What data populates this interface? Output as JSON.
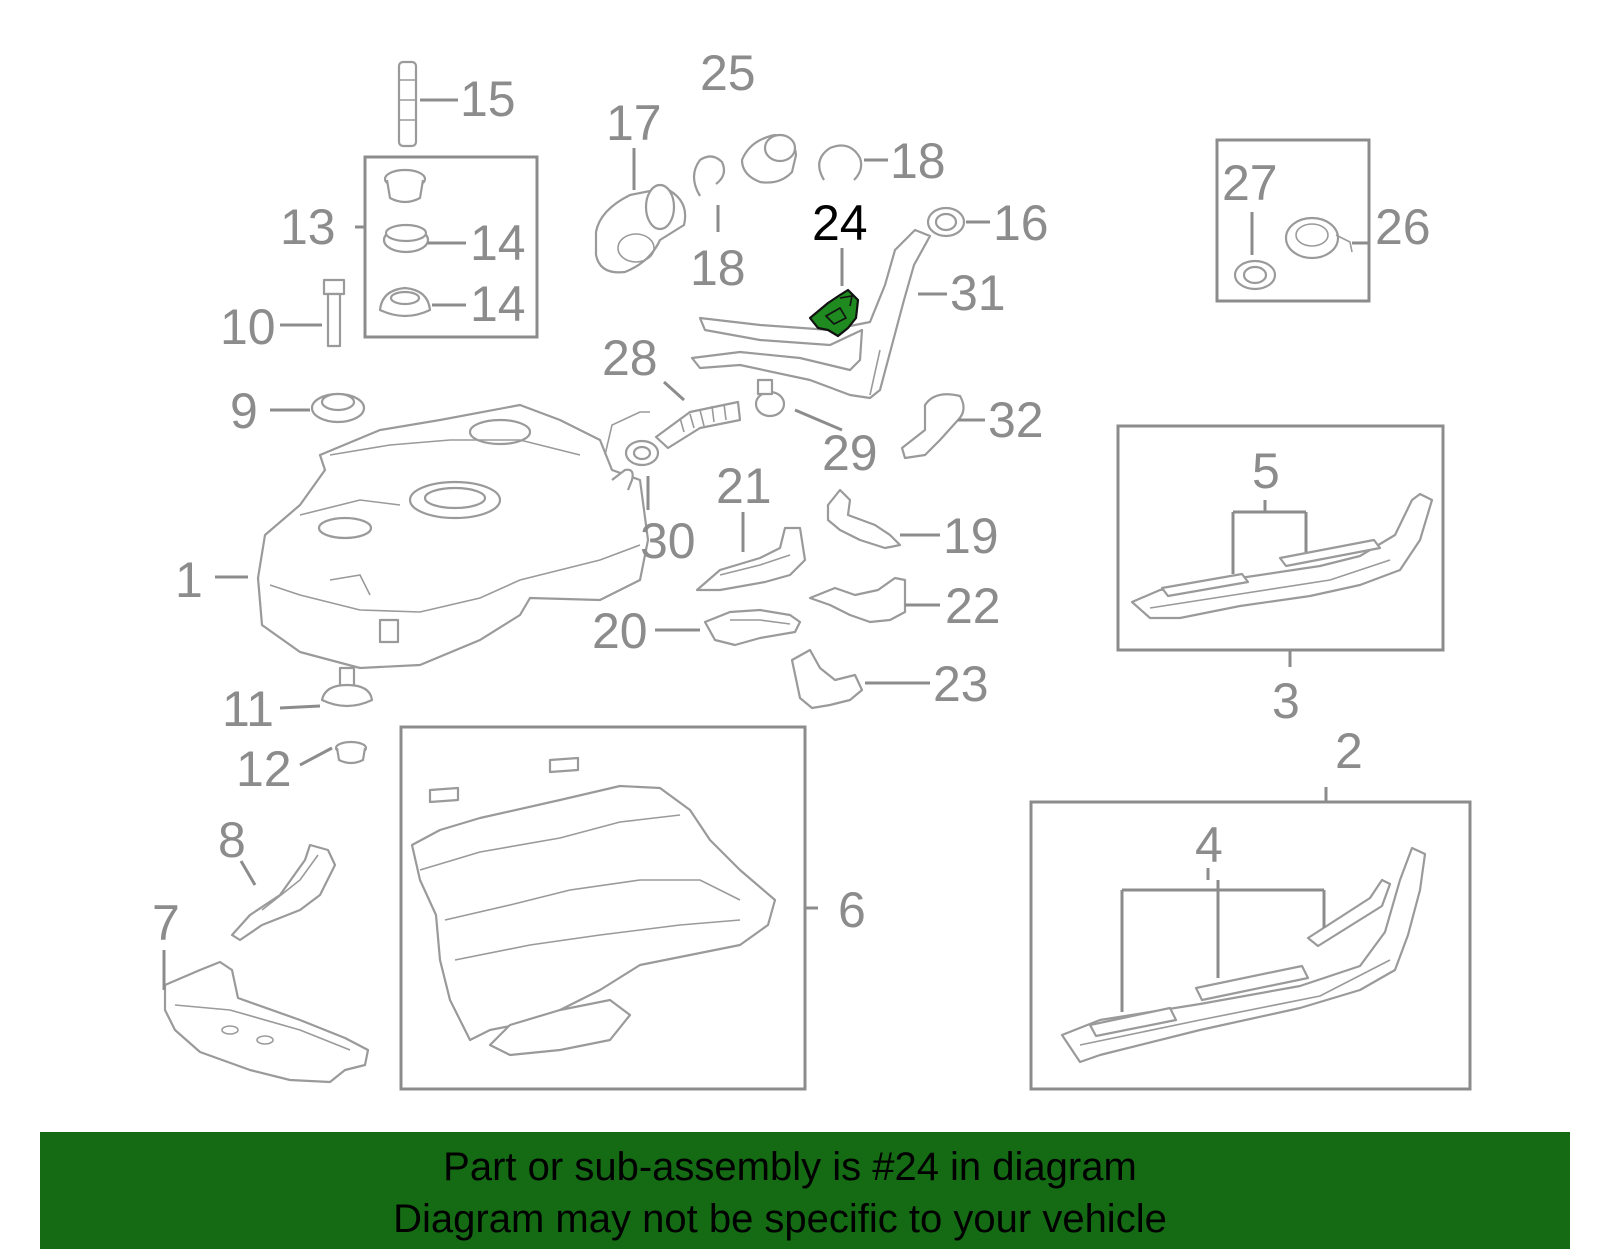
{
  "diagram": {
    "highlight_color": "#1f8a1f",
    "labels": {
      "l1": "1",
      "l2": "2",
      "l3": "3",
      "l4": "4",
      "l5": "5",
      "l6": "6",
      "l7": "7",
      "l8": "8",
      "l9": "9",
      "l10": "10",
      "l11": "11",
      "l12": "12",
      "l13": "13",
      "l14a": "14",
      "l14b": "14",
      "l15": "15",
      "l16": "16",
      "l17": "17",
      "l18a": "18",
      "l18b": "18",
      "l19": "19",
      "l20": "20",
      "l21": "21",
      "l22": "22",
      "l23": "23",
      "l24": "24",
      "l25": "25",
      "l26": "26",
      "l27": "27",
      "l28": "28",
      "l29": "29",
      "l30": "30",
      "l31": "31",
      "l32": "32"
    }
  },
  "banner": {
    "line1": "Part or sub-assembly is #24 in diagram",
    "line2": "Diagram may not be specific to your vehicle",
    "color": "#146b14"
  }
}
